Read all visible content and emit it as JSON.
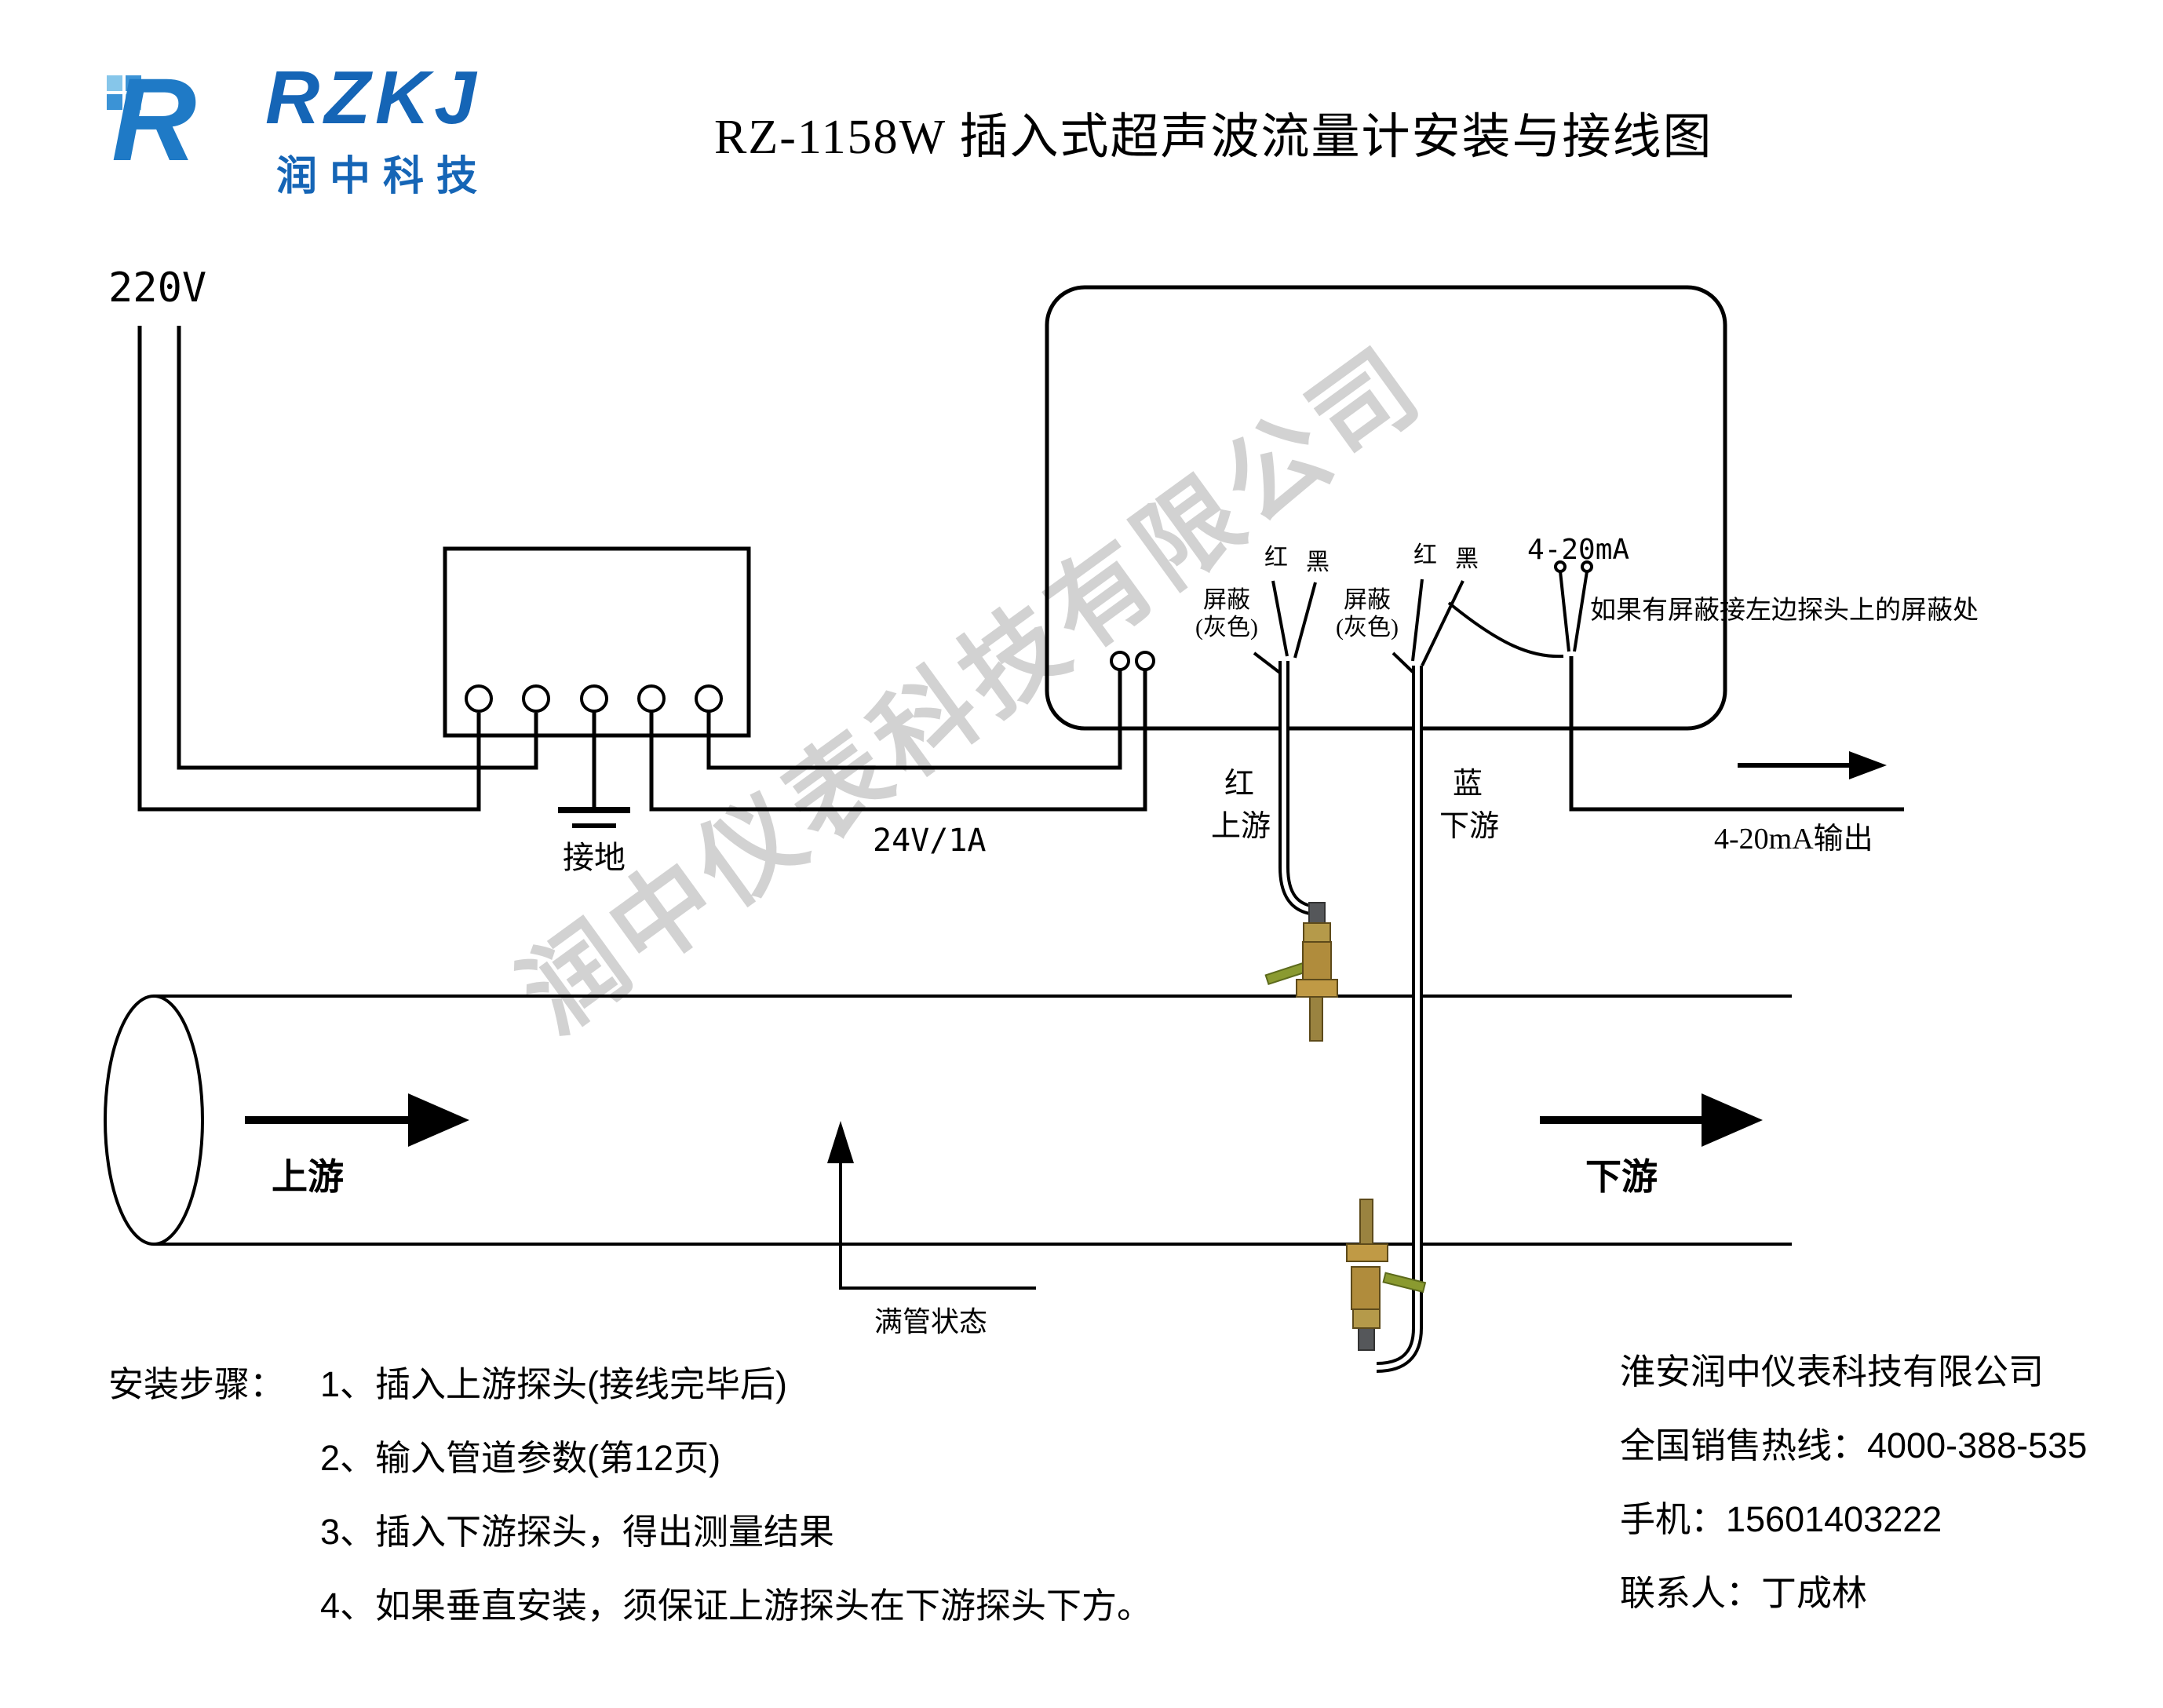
{
  "title": "RZ-1158W 插入式超声波流量计安装与接线图",
  "logo": {
    "mark": "R",
    "brand": "RZKJ",
    "brand_cn": "润中科技"
  },
  "watermark": "润中仪表科技有限公司",
  "power": {
    "voltage": "220V",
    "ground": "接地",
    "supply": "24V/1A"
  },
  "device": {
    "shield_a_1": "屏蔽",
    "shield_a_2": "(灰色)",
    "red_a": "红",
    "black_a": "黑",
    "shield_b_1": "屏蔽",
    "shield_b_2": "(灰色)",
    "red_b": "红",
    "black_b": "黑",
    "current_label": "4-20mA",
    "shield_note": "如果有屏蔽接左边探头上的屏蔽处"
  },
  "cables": {
    "upstream_color": "红",
    "upstream_label": "上游",
    "downstream_color": "蓝",
    "downstream_label": "下游",
    "output_label": "4-20mA输出"
  },
  "pipe": {
    "upstream": "上游",
    "downstream": "下游",
    "full_state": "满管状态"
  },
  "steps": {
    "heading": "安装步骤：",
    "items": [
      "1、插入上游探头(接线完毕后)",
      "2、输入管道参数(第12页)",
      "3、插入下游探头，得出测量结果",
      "4、如果垂直安装，须保证上游探头在下游探头下方。"
    ]
  },
  "contact": {
    "company": "淮安润中仪表科技有限公司",
    "hotline": "全国销售热线：4000-388-535",
    "mobile": "手机：15601403222",
    "person": "联系人：丁成林"
  },
  "colors": {
    "brand_blue": "#1565b6",
    "line_black": "#000000",
    "brass": "#b08c3c",
    "handle_green": "#8a9a30",
    "watermark_gray": "#c8c8c8"
  }
}
